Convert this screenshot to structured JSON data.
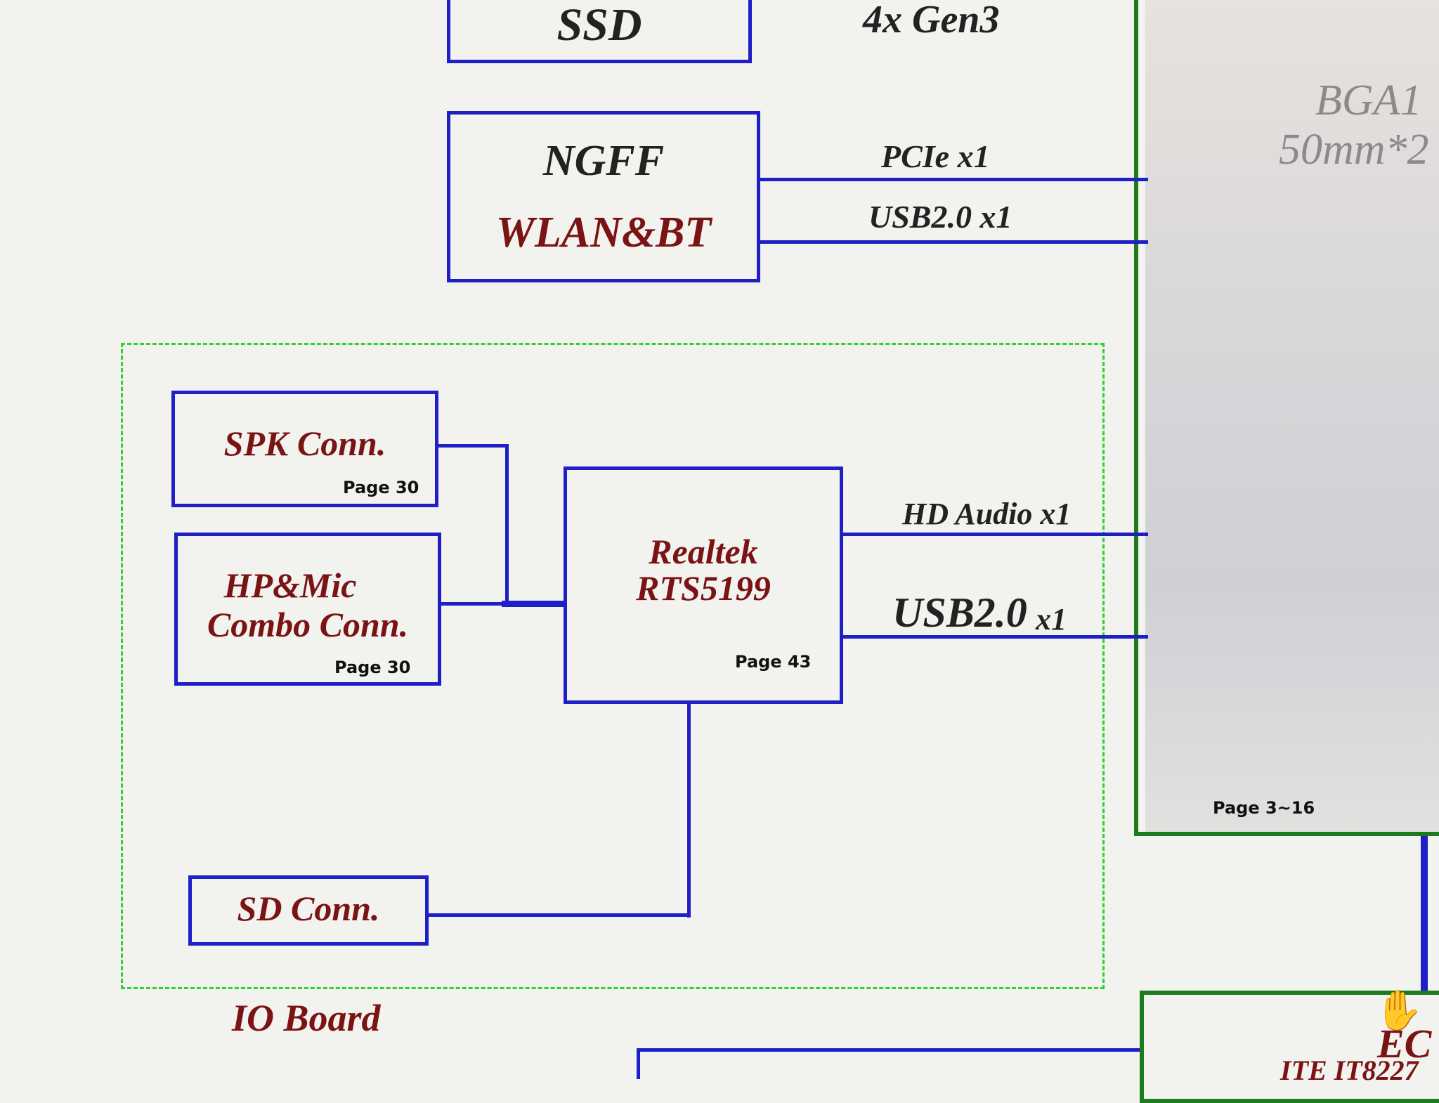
{
  "diagram": {
    "ssd": {
      "label": "SSD"
    },
    "ssd_link": {
      "label": "4x Gen3"
    },
    "cpu": {
      "title_line1": "BGA1",
      "title_line2": "50mm*2",
      "page": "Page 3~16"
    },
    "ngff": {
      "line1": "NGFF",
      "line2": "WLAN&BT"
    },
    "ngff_links": [
      {
        "label": "PCIe x1"
      },
      {
        "label": "USB2.0 x1"
      }
    ],
    "io_board": {
      "label": "IO Board"
    },
    "spk": {
      "label": "SPK Conn.",
      "page": "Page 30"
    },
    "hp": {
      "line1": "HP&Mic",
      "line2": "Combo Conn.",
      "page": "Page 30"
    },
    "realtek": {
      "line1": "Realtek",
      "line2": "RTS5199",
      "page": "Page 43"
    },
    "realtek_links": [
      {
        "label": "HD Audio  x1"
      },
      {
        "label_main": "USB2.0",
        "label_suffix": "x1"
      }
    ],
    "sd": {
      "label": "SD Conn."
    },
    "ec": {
      "title": "EC",
      "subtitle": "ITE IT8227"
    }
  },
  "colors": {
    "line": "#1f1fc8",
    "cpu_border": "#1d7a1d",
    "io_border": "#2fd02f",
    "text_dark": "#222222",
    "text_red": "#7a1414"
  },
  "icons": {
    "cursor": "hand-cursor-icon"
  }
}
